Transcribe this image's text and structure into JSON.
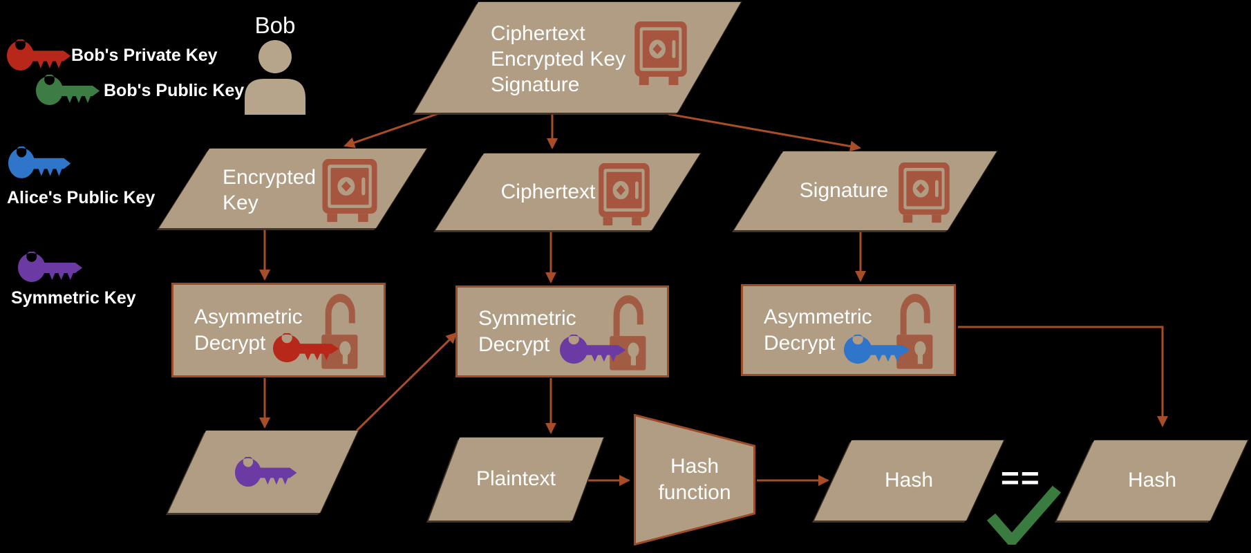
{
  "colors": {
    "background": "#000000",
    "shape_fill": "#b09d83",
    "shape_border": "#9d4a27",
    "arrow": "#a74d28",
    "safe_icon": "#a6563e",
    "padlock_icon": "#a25c44",
    "person_icon": "#b6a58b",
    "check": "#3a7c40",
    "text": "#ffffff",
    "red_key": "#b7271a",
    "green_key": "#3e7c45",
    "blue_key": "#2f75c9",
    "purple_key": "#6b3aa2"
  },
  "legend": {
    "items": [
      {
        "label": "Bob's Private Key",
        "color": "#b7271a",
        "icon": "key-icon"
      },
      {
        "label": "Bob's Public Key",
        "color": "#3e7c45",
        "icon": "key-icon"
      },
      {
        "label": "Alice's Public Key",
        "color": "#2f75c9",
        "icon": "key-icon"
      },
      {
        "label": "Symmetric Key",
        "color": "#6b3aa2",
        "icon": "key-icon"
      }
    ]
  },
  "actor": {
    "name": "Bob",
    "icon": "person-icon"
  },
  "nodes": {
    "combined": {
      "lines": [
        "Ciphertext",
        "Encrypted Key",
        "Signature"
      ],
      "icon": "safe-icon"
    },
    "encrypted_key": {
      "label": "Encrypted Key",
      "icon": "safe-icon"
    },
    "ciphertext": {
      "label": "Ciphertext",
      "icon": "safe-icon"
    },
    "signature": {
      "label": "Signature",
      "icon": "safe-icon"
    },
    "asym_decrypt_left": {
      "label": "Asymmetric Decrypt",
      "icon": "open-padlock-icon",
      "key_color": "#b7271a"
    },
    "sym_decrypt": {
      "label": "Symmetric Decrypt",
      "icon": "open-padlock-icon",
      "key_color": "#6b3aa2"
    },
    "asym_decrypt_right": {
      "label": "Asymmetric Decrypt",
      "icon": "open-padlock-icon",
      "key_color": "#2f75c9"
    },
    "symmetric_key_out": {
      "icon": "key-icon",
      "key_color": "#6b3aa2"
    },
    "plaintext": {
      "label": "Plaintext"
    },
    "hash_function": {
      "label": "Hash function"
    },
    "hash_left": {
      "label": "Hash"
    },
    "hash_right": {
      "label": "Hash"
    },
    "comparison": {
      "operator": "==",
      "result_icon": "check-icon"
    }
  }
}
